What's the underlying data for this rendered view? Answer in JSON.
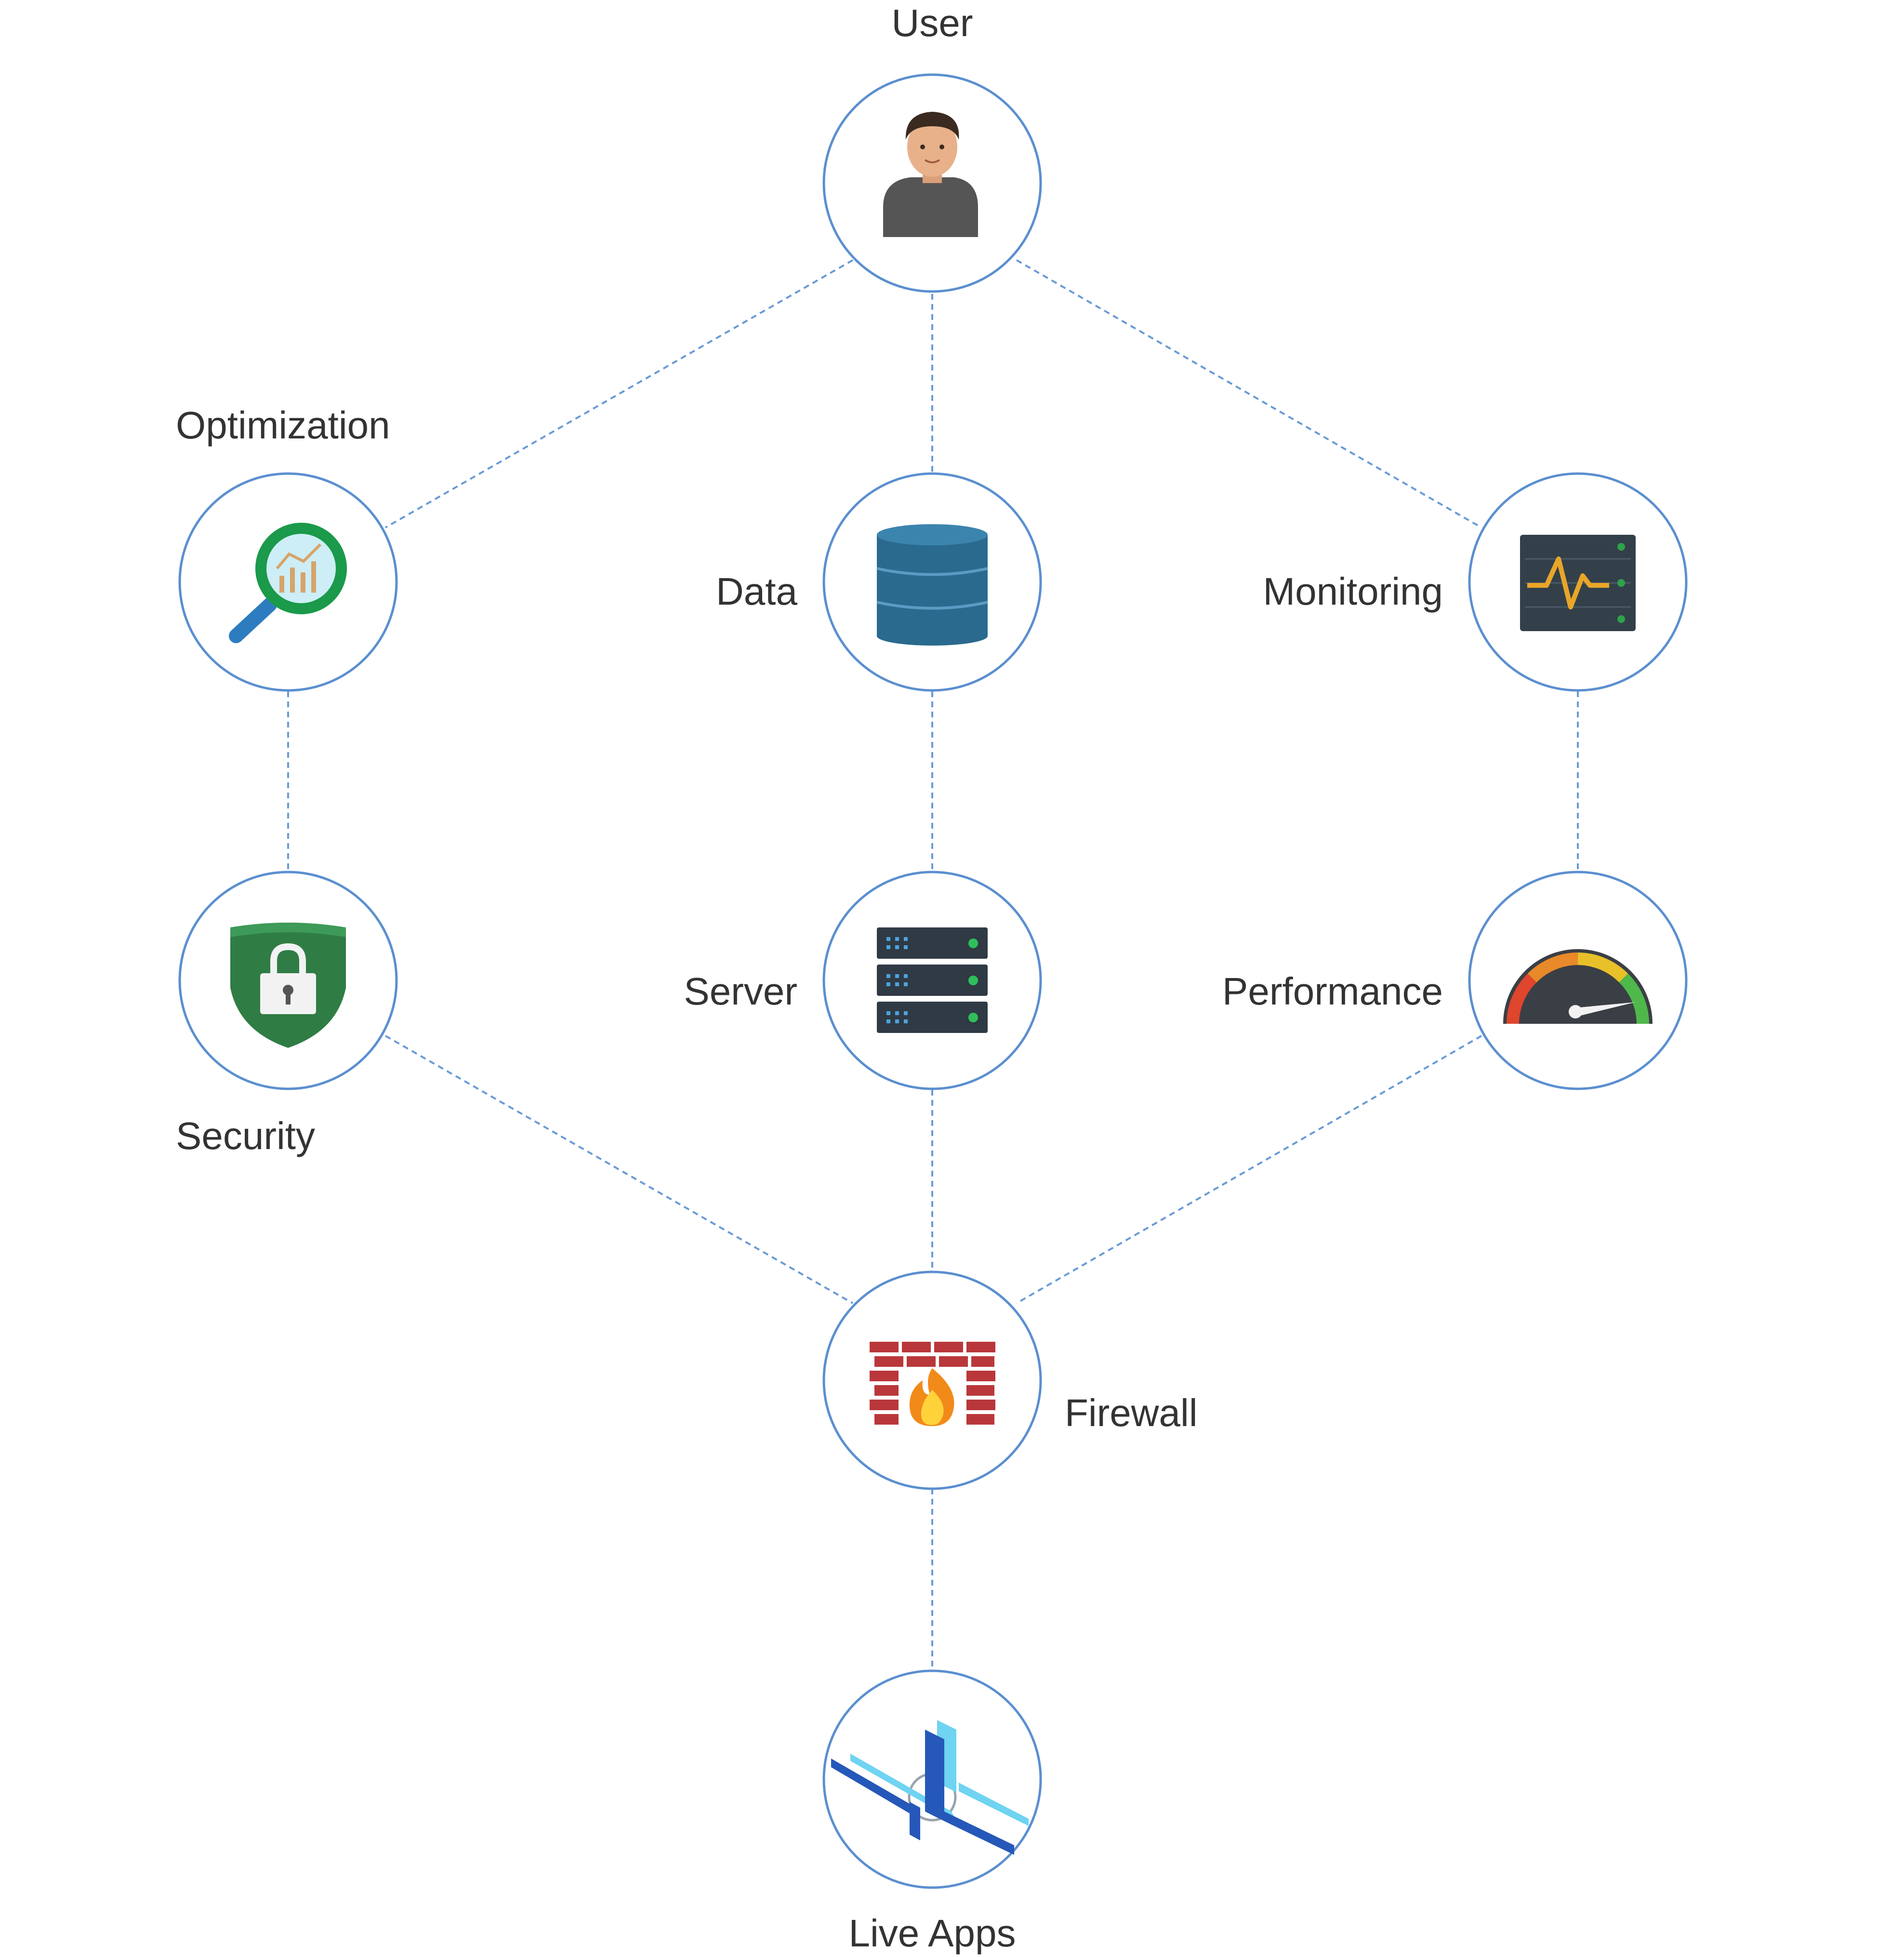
{
  "colors": {
    "edge": "#6a9bd6",
    "node_stroke": "#5b8fd0",
    "label": "#333333"
  },
  "nodes": [
    {
      "id": "user",
      "label": "User",
      "icon": "user-icon"
    },
    {
      "id": "optimization",
      "label": "Optimization",
      "icon": "magnifier-chart-icon"
    },
    {
      "id": "data",
      "label": "Data",
      "icon": "database-icon"
    },
    {
      "id": "monitoring",
      "label": "Monitoring",
      "icon": "monitor-heartbeat-icon"
    },
    {
      "id": "security",
      "label": "Security",
      "icon": "shield-lock-icon"
    },
    {
      "id": "server",
      "label": "Server",
      "icon": "server-rack-icon"
    },
    {
      "id": "performance",
      "label": "Performance",
      "icon": "speedometer-icon"
    },
    {
      "id": "firewall",
      "label": "Firewall",
      "icon": "firewall-icon"
    },
    {
      "id": "live_apps",
      "label": "Live Apps",
      "icon": "live-apps-logo-icon"
    }
  ],
  "edges": [
    [
      "user",
      "optimization"
    ],
    [
      "user",
      "data"
    ],
    [
      "user",
      "monitoring"
    ],
    [
      "optimization",
      "security"
    ],
    [
      "data",
      "server"
    ],
    [
      "monitoring",
      "performance"
    ],
    [
      "security",
      "firewall"
    ],
    [
      "server",
      "firewall"
    ],
    [
      "performance",
      "firewall"
    ],
    [
      "firewall",
      "live_apps"
    ]
  ]
}
